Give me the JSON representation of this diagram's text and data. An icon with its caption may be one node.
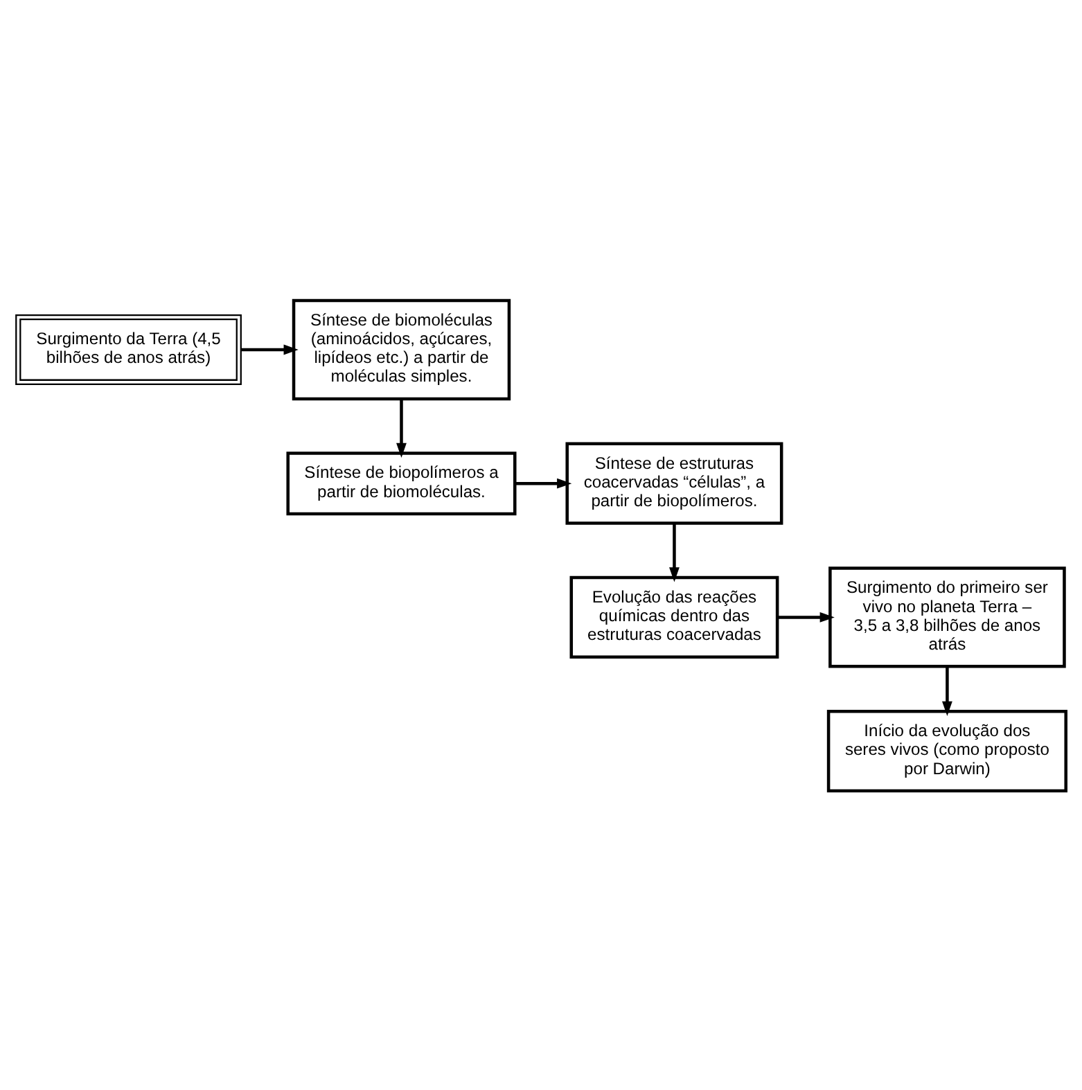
{
  "diagram": {
    "nodes": [
      {
        "text": [
          "Surgimento da Terra (4,5 bilhões de anos atrás)"
        ]
      },
      {
        "text": [
          "Síntese de biomoléculas (aminoácidos, açúcares, lipídeos etc.) a partir de moléculas simples."
        ]
      },
      {
        "text": [
          "Síntese de biopolímeros a partir de biomoléculas."
        ]
      },
      {
        "text": [
          "Síntese de estruturas coacervadas “células”, a partir de biopolímeros."
        ]
      },
      {
        "text": [
          "Evolução das reações químicas dentro das estruturas coacervadas"
        ]
      },
      {
        "text": [
          "Surgimento do primeiro ser vivo no planeta Terra – 3,5 a 3,8 bilhões de anos atrás"
        ]
      },
      {
        "text": [
          "Início da evolução dos seres vivos (como proposto por Darwin)"
        ]
      }
    ],
    "edges": [
      {
        "from": 0,
        "to": 1,
        "arrow": "to"
      },
      {
        "from": 1,
        "to": 2,
        "arrow": "to"
      },
      {
        "from": 2,
        "to": 3,
        "arrow": "to"
      },
      {
        "from": 3,
        "to": 4,
        "arrow": "to"
      },
      {
        "from": 4,
        "to": 5,
        "arrow": "to"
      },
      {
        "from": 5,
        "to": 6,
        "arrow": "to"
      }
    ]
  }
}
